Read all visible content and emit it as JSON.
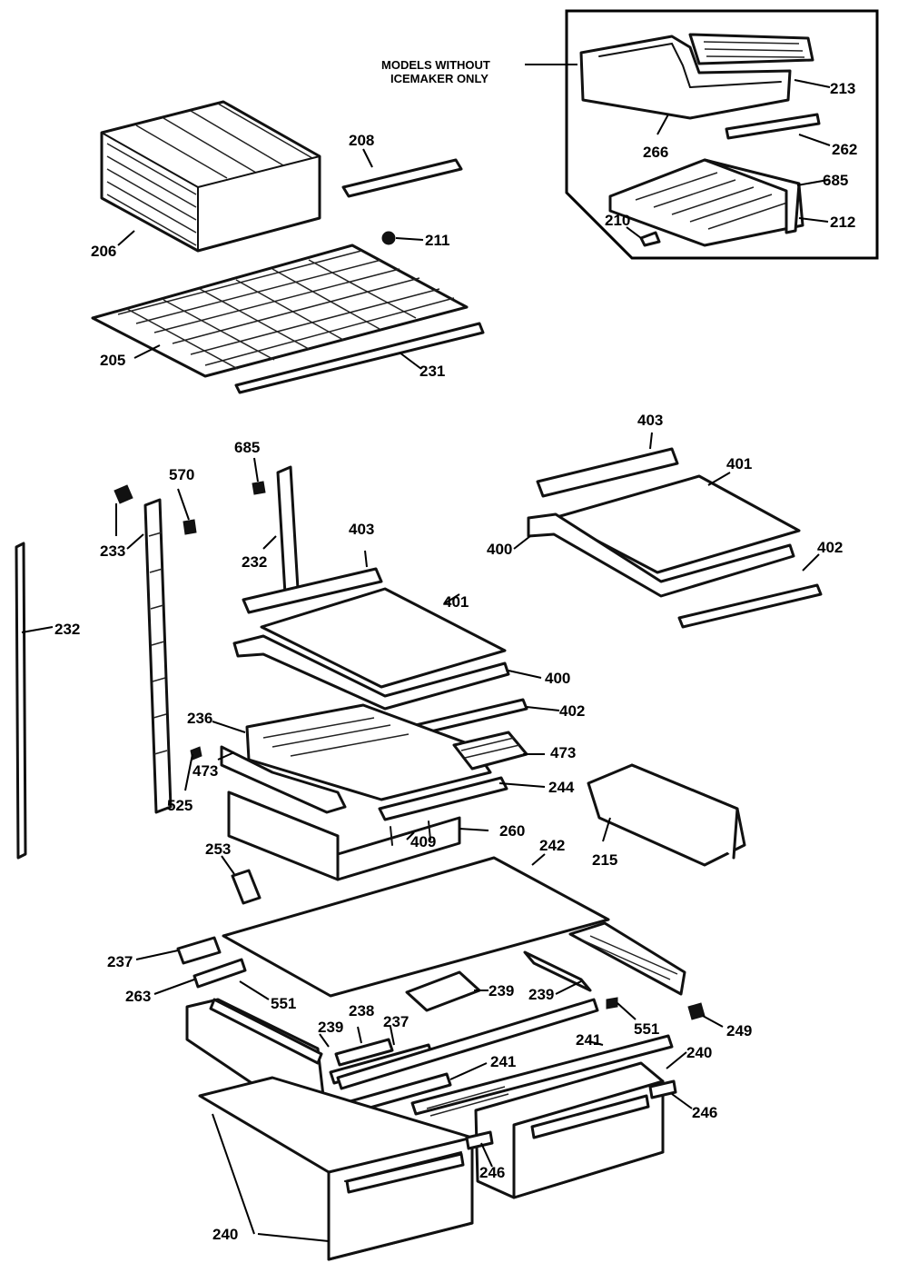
{
  "inset": {
    "note_line1": "MODELS WITHOUT",
    "note_line2": "ICEMAKER ONLY"
  },
  "labels": {
    "p206": "206",
    "p208": "208",
    "p211": "211",
    "p205": "205",
    "p231": "231",
    "p213": "213",
    "p266": "266",
    "p262": "262",
    "p685_inset": "685",
    "p210": "210",
    "p212": "212",
    "p685": "685",
    "p570": "570",
    "p233": "233",
    "p232_a": "232",
    "p232_b": "232",
    "p403_a": "403",
    "p401_a": "401",
    "p400_a": "400",
    "p402_a": "402",
    "p403_b": "403",
    "p401_b": "401",
    "p400_b": "400",
    "p402_b": "402",
    "p236": "236",
    "p473_a": "473",
    "p473_b": "473",
    "p525": "525",
    "p244": "244",
    "p260": "260",
    "p409": "409",
    "p215": "215",
    "p253": "253",
    "p242": "242",
    "p237_a": "237",
    "p263": "263",
    "p551_a": "551",
    "p239_a": "239",
    "p239_b": "239",
    "p239_c": "239",
    "p238": "238",
    "p237_b": "237",
    "p551_b": "551",
    "p249": "249",
    "p241_a": "241",
    "p241_b": "241",
    "p240_a": "240",
    "p246_a": "246",
    "p246_b": "246",
    "p240_b": "240"
  }
}
